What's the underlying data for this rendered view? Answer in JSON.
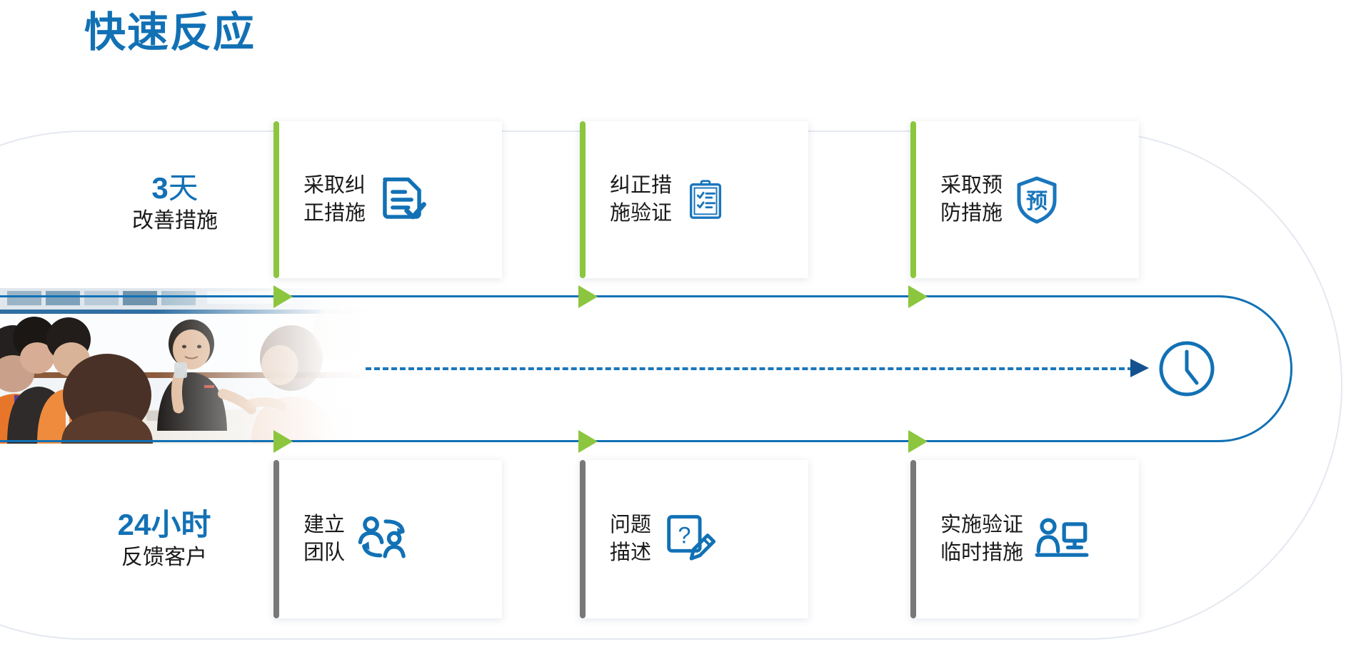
{
  "header": {
    "title": "快速反应",
    "title_color": "#1271b5"
  },
  "colors": {
    "brand_blue": "#1271b5",
    "accent_green": "#8cc63e",
    "accent_gray": "#787878",
    "track_blue": "#1271b5",
    "dashed_blue": "#1a76bc"
  },
  "photo": {
    "alt": "团队会议照片"
  },
  "timeline": {
    "top_row": {
      "stat": {
        "value_number": "3",
        "value_unit": "天",
        "subtitle": "改善措施",
        "accent_color": "#8cc63e"
      },
      "cards": [
        {
          "label": "采取纠\n正措施",
          "icon": "document-check-icon"
        },
        {
          "label": "纠正措\n施验证",
          "icon": "clipboard-checklist-icon"
        },
        {
          "label": "采取预\n防措施",
          "icon": "shield-prevention-icon",
          "icon_text": "预"
        }
      ]
    },
    "bottom_row": {
      "stat": {
        "value_number": "24",
        "value_unit": "小时",
        "subtitle": "反馈客户",
        "accent_color": "#787878"
      },
      "cards": [
        {
          "label": "建立\n团队",
          "icon": "team-collaboration-icon"
        },
        {
          "label": "问题\n描述",
          "icon": "question-note-pencil-icon"
        },
        {
          "label": "实施验证\n临时措施",
          "icon": "person-computer-icon"
        }
      ]
    },
    "end_icon": "clock-icon"
  }
}
